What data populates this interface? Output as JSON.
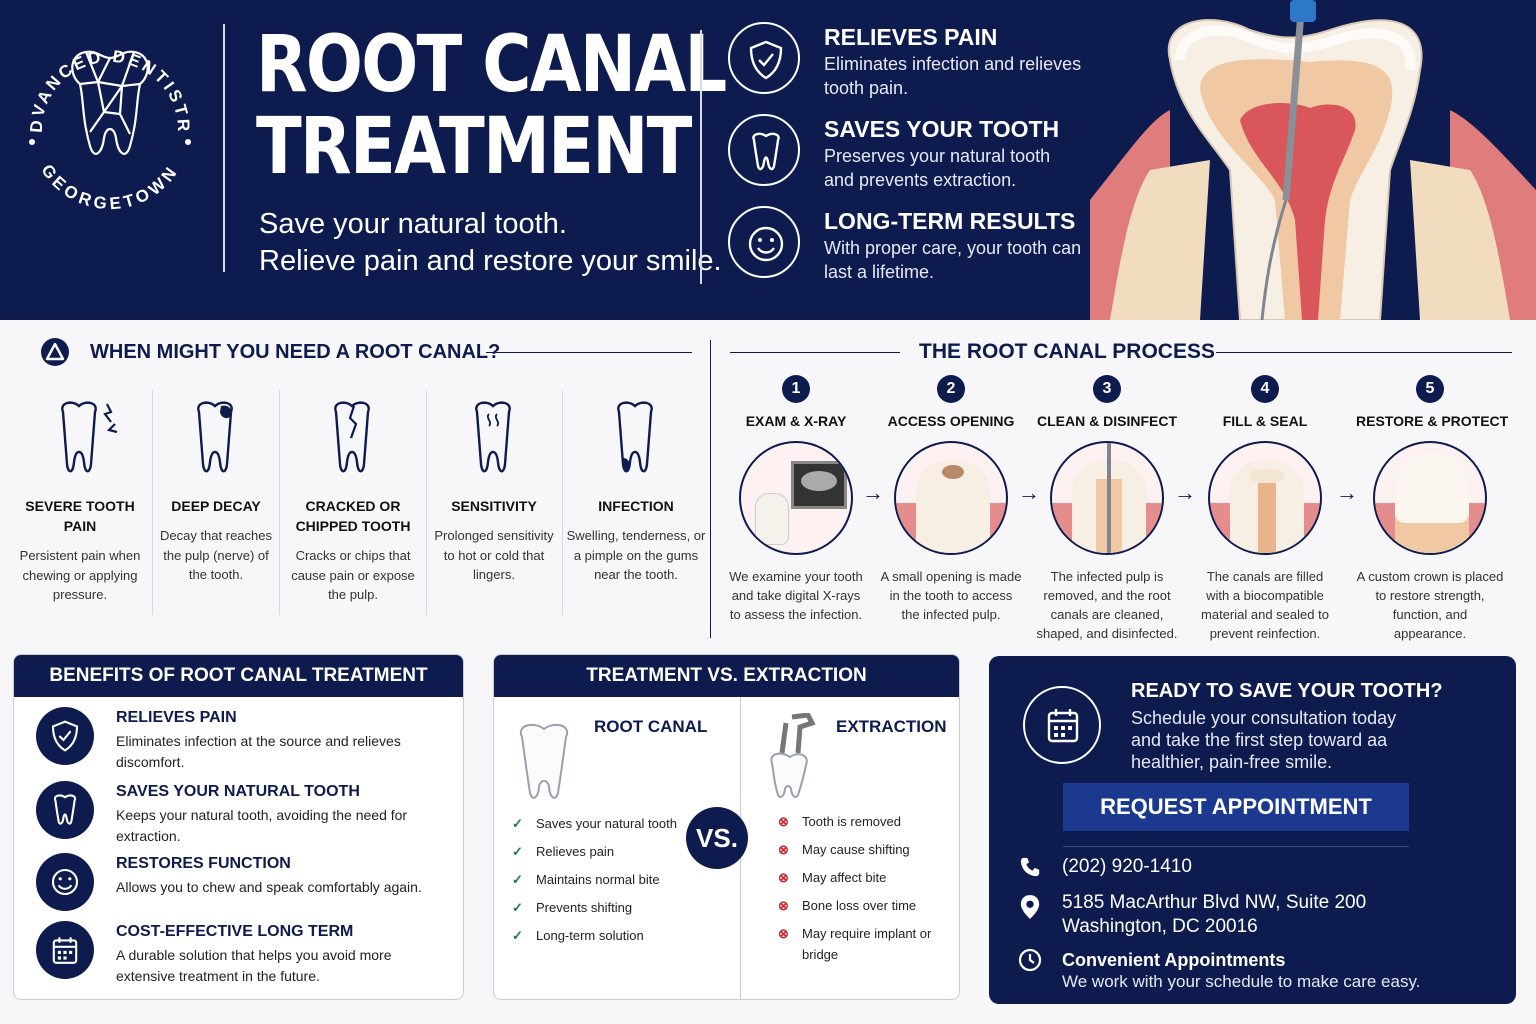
{
  "logo": {
    "top_text": "ADVANCED DENTISTRY",
    "bottom_text": "GEORGETOWN"
  },
  "hero": {
    "title_line1": "ROOT CANAL",
    "title_line2": "TREATMENT",
    "subtitle_line1": "Save  your natural tooth.",
    "subtitle_line2": "Relieve pain and restore your smile.",
    "benefits": [
      {
        "icon": "shield-check-icon",
        "title": "RELIEVES PAIN",
        "text": "Eliminates infection and relieves tooth pain."
      },
      {
        "icon": "tooth-icon",
        "title": "SAVES YOUR TOOTH",
        "text": "Preserves your natural tooth and prevents extraction."
      },
      {
        "icon": "smile-icon",
        "title": "LONG-TERM RESULTS",
        "text": "With proper care, your tooth can last a lifetime."
      }
    ]
  },
  "when": {
    "title": "WHEN MIGHT YOU NEED A ROOT CANAL?",
    "items": [
      {
        "icon": "tooth-pain-icon",
        "title": "SEVERE TOOTH PAIN",
        "text": "Persistent pain when chewing or applying pressure."
      },
      {
        "icon": "tooth-decay-icon",
        "title": "DEEP DECAY",
        "text": "Decay that reaches the pulp (nerve) of the tooth."
      },
      {
        "icon": "cracked-tooth-icon",
        "title": "CRACKED OR CHIPPED TOOTH",
        "text": "Cracks or chips that cause pain or expose the pulp."
      },
      {
        "icon": "sensitive-tooth-icon",
        "title": "SENSITIVITY",
        "text": "Prolonged sensitivity to hot or cold that lingers."
      },
      {
        "icon": "infected-tooth-icon",
        "title": "INFECTION",
        "text": "Swelling, tenderness, or a pimple on the gums near the tooth."
      }
    ]
  },
  "process": {
    "title": "THE ROOT CANAL PROCESS",
    "steps": [
      {
        "num": "1",
        "label": "EXAM & X-RAY",
        "text": "We examine your tooth and take digital X-rays to assess the infection."
      },
      {
        "num": "2",
        "label": "ACCESS OPENING",
        "text": "A small opening is made in the tooth to access the infected pulp."
      },
      {
        "num": "3",
        "label": "CLEAN & DISINFECT",
        "text": "The infected pulp is removed, and the root canals are cleaned, shaped, and disinfected."
      },
      {
        "num": "4",
        "label": "FILL & SEAL",
        "text": "The canals are filled with a biocompatible material and sealed to prevent reinfection."
      },
      {
        "num": "5",
        "label": "RESTORE & PROTECT",
        "text": "A custom crown is placed to restore strength, function, and appearance."
      }
    ]
  },
  "benefits": {
    "title": "BENEFITS OF ROOT CANAL TREATMENT",
    "items": [
      {
        "icon": "shield-check-icon",
        "title": "RELIEVES PAIN",
        "text": "Eliminates infection at the source and relieves discomfort."
      },
      {
        "icon": "tooth-icon",
        "title": "SAVES YOUR NATURAL TOOTH",
        "text": "Keeps your natural tooth, avoiding the need for extraction."
      },
      {
        "icon": "smile-icon",
        "title": "RESTORES FUNCTION",
        "text": "Allows you to chew and speak comfortably again."
      },
      {
        "icon": "calendar-icon",
        "title": "COST-EFFECTIVE LONG TERM",
        "text": "A durable solution that helps you avoid more extensive treatment in the future."
      }
    ]
  },
  "versus": {
    "title": "TREATMENT VS. EXTRACTION",
    "vs_label": "VS.",
    "root_canal": {
      "title": "ROOT CANAL",
      "items": [
        "Saves your natural tooth",
        "Relieves pain",
        "Maintains normal bite",
        "Prevents shifting",
        "Long-term solution"
      ]
    },
    "extraction": {
      "title": "EXTRACTION",
      "items": [
        "Tooth is removed",
        "May cause shifting",
        "May affect bite",
        "Bone loss over time",
        "May require implant or bridge"
      ]
    }
  },
  "cta": {
    "title": "READY TO SAVE YOUR TOOTH?",
    "text": "Schedule your consultation today and take the first step toward aa healthier, pain-free smile.",
    "button": "REQUEST APPOINTMENT",
    "phone": "(202) 920-1410",
    "address_line1": "5185 MacArthur Blvd NW, Suite 200",
    "address_line2": "Washington, DC 20016",
    "conv_title": "Convenient Appointments",
    "conv_text": "We work with your schedule to make care easy."
  },
  "colors": {
    "navy": "#0d1b4f",
    "accent_blue": "#1b3a8f",
    "gum_pink": "#e58c8c",
    "check_green": "#1b7a3a",
    "x_red": "#c62828"
  }
}
